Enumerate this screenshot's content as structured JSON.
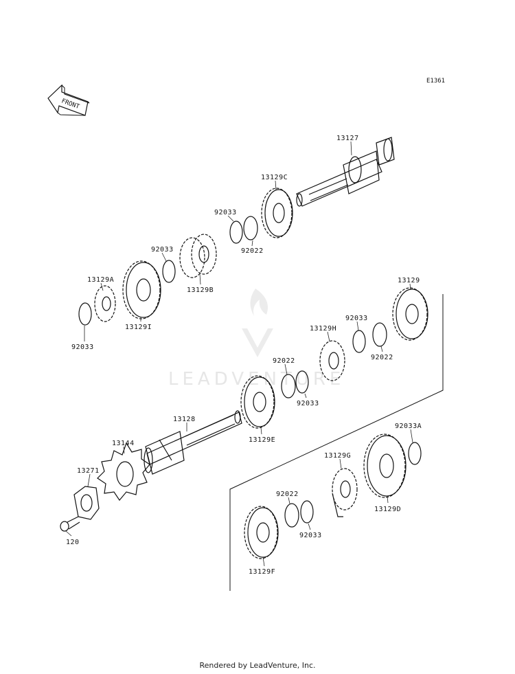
{
  "diagram_code": "E1361",
  "direction_label": "FRONT",
  "watermark": "LEADVENTURE",
  "footer": "Rendered by LeadVenture, Inc.",
  "callouts": {
    "c13127": "13127",
    "c13129C": "13129C",
    "c92033_a": "92033",
    "c92022_a": "92022",
    "c92033_b": "92033",
    "c13129B": "13129B",
    "c13129A": "13129A",
    "c13129I": "13129I",
    "c92033_c": "92033",
    "c13129": "13129",
    "c92033_d": "92033",
    "c92022_b": "92022",
    "c13129H": "13129H",
    "c92022_c": "92022",
    "c92033_e": "92033",
    "c13128": "13128",
    "c13129E": "13129E",
    "c13144": "13144",
    "c13271": "13271",
    "c120": "120",
    "c92033A": "92033A",
    "c13129G": "13129G",
    "c13129D": "13129D",
    "c92022_d": "92022",
    "c92033_f": "92033",
    "c13129F": "13129F"
  }
}
